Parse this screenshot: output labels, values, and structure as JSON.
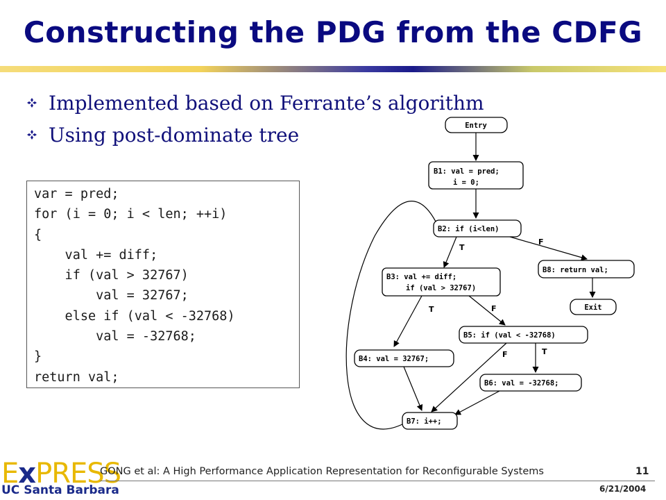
{
  "slide": {
    "title": "Constructing the PDG from the CDFG",
    "bullets": [
      {
        "text": "Implemented based on Ferrante’s algorithm"
      },
      {
        "text": "Using post-dominate tree"
      }
    ]
  },
  "code": {
    "lines": [
      "var = pred;",
      "for (i = 0; i < len; ++i)",
      "{",
      "    val += diff;",
      "    if (val > 32767)",
      "        val = 32767;",
      "    else if (val < -32768)",
      "        val = -32768;",
      "}",
      "return val;"
    ]
  },
  "diagram": {
    "nodes": {
      "entry": "Entry",
      "b1_line1": "B1: val = pred;",
      "b1_line2": "i = 0;",
      "b2": "B2: if (i<len)",
      "b3_line1": "B3: val += diff;",
      "b3_line2": "if (val > 32767)",
      "b4": "B4: val = 32767;",
      "b5": "B5: if (val < -32768)",
      "b6": "B6: val = -32768;",
      "b7": "B7: i++;",
      "b8": "B8: return val;",
      "exit": "Exit"
    },
    "edge_labels": {
      "b2_t": "T",
      "b2_f": "F",
      "b3_t": "T",
      "b3_f": "F",
      "b5_f": "F",
      "b5_t": "T"
    }
  },
  "footer": {
    "logo_main_e": "E",
    "logo_main_x": "x",
    "logo_main_press": "PRESS",
    "logo_sub": "UC Santa Barbara",
    "text": "GONG et al: A High Performance Application Representation for Reconfigurable Systems",
    "page": "11",
    "date": "6/21/2004"
  },
  "colors": {
    "title": "#0a0a80",
    "bullet_icon": "#1a1a8a",
    "logo_gold": "#e8b800",
    "logo_blue": "#1a2a8a"
  }
}
